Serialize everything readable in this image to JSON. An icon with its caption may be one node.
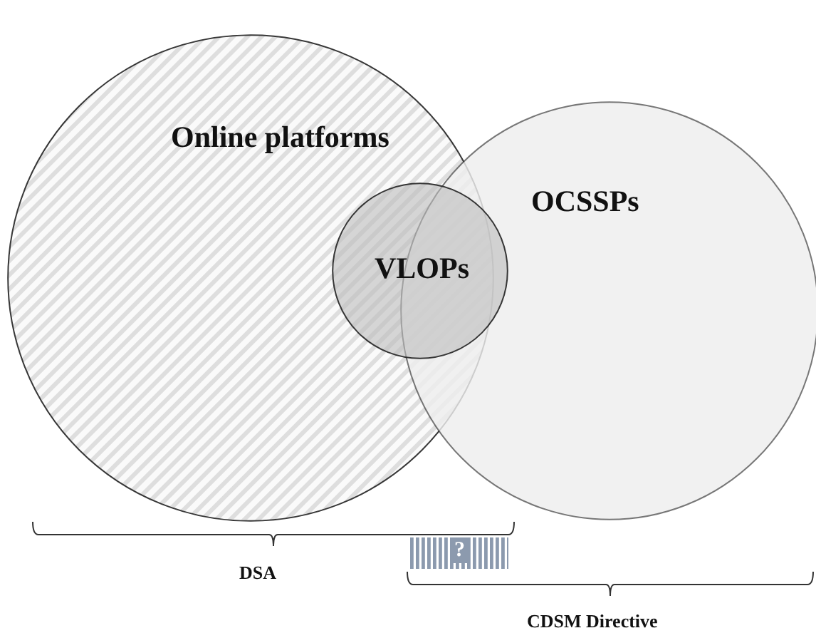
{
  "diagram": {
    "nodes": [
      {
        "text": [
          "Online platforms"
        ]
      },
      {
        "text": [
          "OCSSPs"
        ]
      },
      {
        "text": [
          "VLOPs"
        ]
      }
    ],
    "labels": [
      "DSA",
      "?",
      "CDSM Directive"
    ]
  }
}
